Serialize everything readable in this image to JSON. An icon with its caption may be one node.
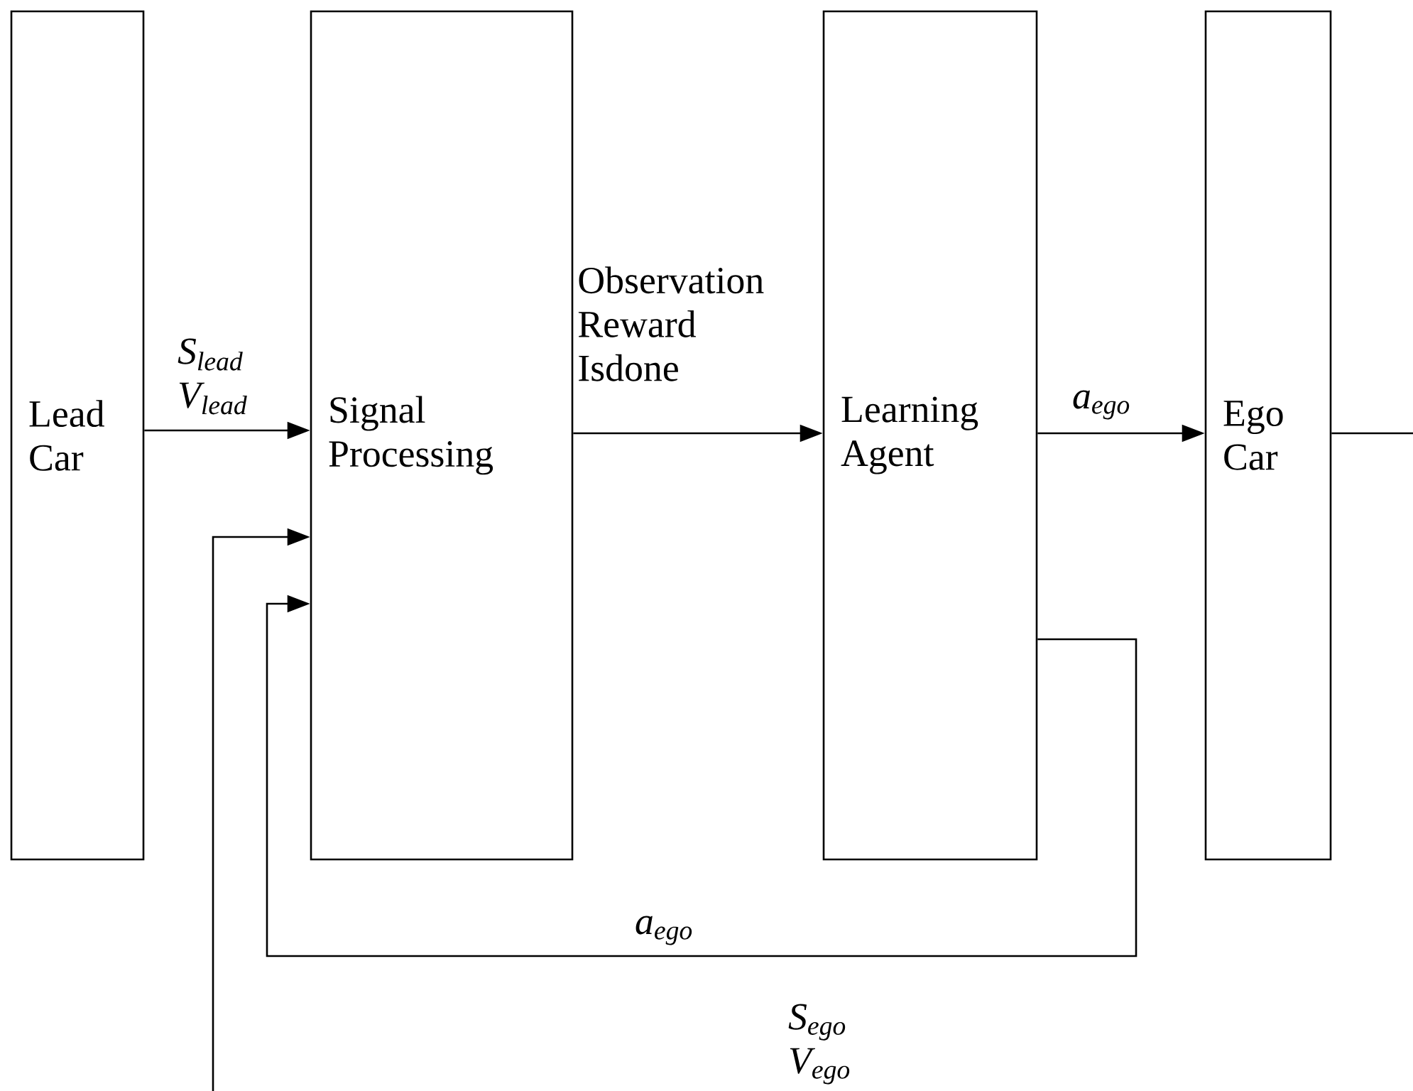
{
  "diagram": {
    "nodes": [
      {
        "text": [
          "Lead Car"
        ]
      },
      {
        "text": [
          "Signal Processing"
        ]
      },
      {
        "text": [
          "Learning Agent"
        ]
      },
      {
        "text": [
          "Ego Car"
        ]
      }
    ],
    "edges": [
      {
        "from": 0,
        "to": 1,
        "arrow": "to",
        "label": "S$_{lead}$ V$_{lead}$"
      },
      {
        "from": 1,
        "to": 2,
        "arrow": "to",
        "label": "Observation Reward Isdone"
      },
      {
        "from": 2,
        "to": 3,
        "arrow": "to",
        "label": "a$_{ego}$"
      },
      {
        "from": 2,
        "to": 1,
        "arrow": "to",
        "label": "a$_{ego}$"
      },
      {
        "from": 3,
        "to": null,
        "arrow": "none"
      },
      {
        "from": null,
        "to": 1,
        "arrow": "to"
      }
    ],
    "labels": [
      "S$_{ego}$ V$_{ego}$"
    ]
  }
}
